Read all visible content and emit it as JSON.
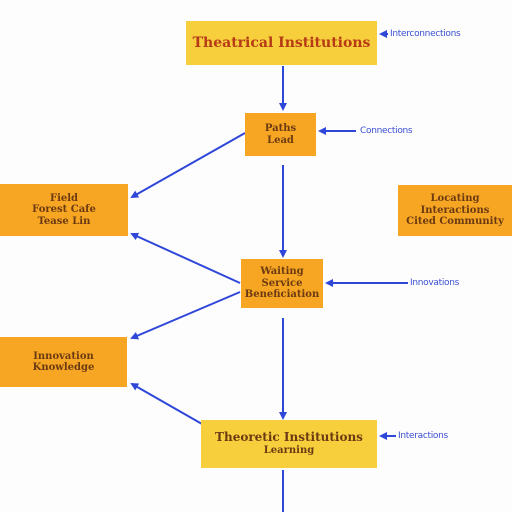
{
  "diagram": {
    "colors": {
      "gold_box": "#f7cf3c",
      "orange_box": "#f7a623",
      "arrow": "#2f47d8",
      "text": "#6b3a12",
      "title_text": "#b53a15"
    },
    "nodes": {
      "top": {
        "line1": "Theatrical Institutions",
        "line2": ""
      },
      "second": {
        "line1": "Paths",
        "line2": "Lead"
      },
      "left_upper": {
        "line1": "Field",
        "line2": "Forest Cafe",
        "line3": "Tease Lin"
      },
      "right_middle": {
        "line1": "Locating Interactions",
        "line2": "Cited Community"
      },
      "center": {
        "line1": "Waiting Service",
        "line2": "Beneficiation"
      },
      "left_lower": {
        "line1": "Innovation",
        "line2": "Knowledge"
      },
      "bottom": {
        "line1": "Theoretic Institutions",
        "line2": "Learning"
      }
    },
    "side_labels": {
      "top": "Interconnections",
      "second": "Connections",
      "center": "Innovations",
      "bottom": "Interactions"
    }
  }
}
